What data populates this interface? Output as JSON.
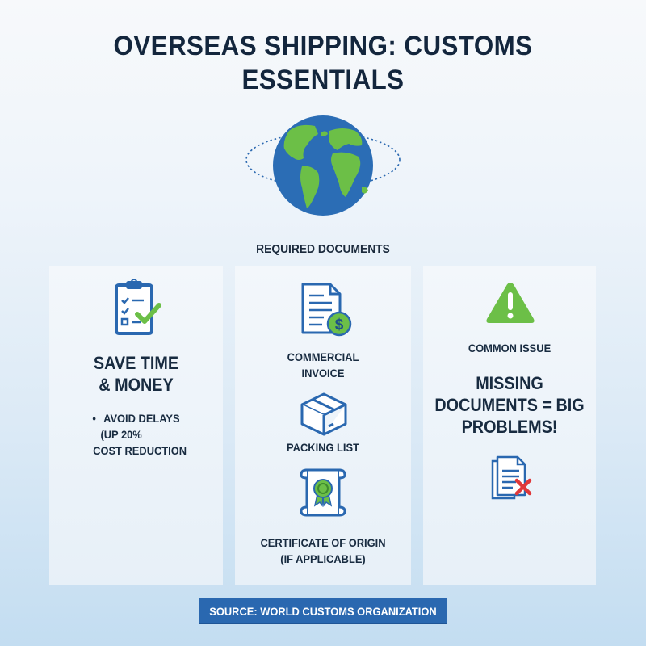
{
  "title": {
    "line1": "OVERSEAS SHIPPING: CUSTOMS",
    "line2": "ESSENTIALS"
  },
  "hero": {
    "icon": "globe-with-orbit-icon"
  },
  "section_label": "REQUIRED DOCUMENTS",
  "panels": [
    {
      "icon": "clipboard-checklist-icon",
      "heading_line1": "SAVE TIME",
      "heading_line2": "& MONEY",
      "bullet_marker": "•",
      "bullet_line1": "AVOID DELAYS",
      "bullet_line2": "(UP 20%",
      "bullet_line3": "COST REDUCTION"
    },
    {
      "documents": [
        {
          "icon": "invoice-dollar-icon",
          "label_line1": "COMMERCIAL",
          "label_line2": "INVOICE"
        },
        {
          "icon": "box-icon",
          "label_line1": "PACKING LIST",
          "label_line2": ""
        },
        {
          "icon": "certificate-ribbon-icon",
          "label_line1": "CERTIFICATE OF ORIGIN",
          "label_line2": "(IF APPLICABLE)"
        }
      ]
    },
    {
      "icon": "warning-triangle-icon",
      "subheading": "COMMON ISSUE",
      "heading_line1": "MISSING",
      "heading_line2": "DOCUMENTS = BIG",
      "heading_line3": "PROBLEMS!",
      "bottom_icon": "document-missing-x-icon"
    }
  ],
  "source": "SOURCE: WORLD CUSTOMS ORGANIZATION",
  "colors": {
    "primary_blue": "#2a68b0",
    "accent_green": "#6cbf47",
    "dark_text": "#13263d",
    "alert_red": "#e0383a"
  }
}
